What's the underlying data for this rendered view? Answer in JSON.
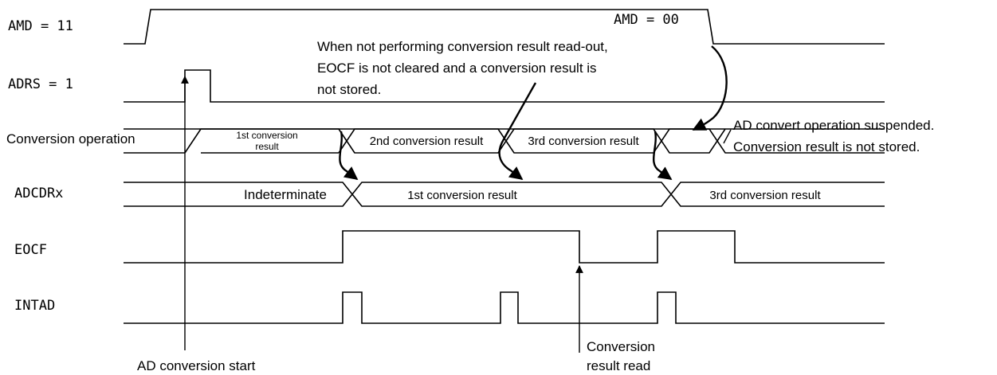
{
  "signals": {
    "amd": "AMD  = 11",
    "adrs": "ADRS  = 1",
    "conversion": "Conversion operation",
    "adcdrx": "ADCDRx",
    "eocf": "EOCF",
    "intad": "INTAD"
  },
  "amd_value_after": "AMD  = 00",
  "conversion_cells": {
    "first_line1": "1st conversion",
    "first_line2": "result",
    "second": "2nd conversion result",
    "third": "3rd conversion result"
  },
  "adcdrx_cells": {
    "indeterminate": "Indeterminate",
    "first": "1st conversion result",
    "third": "3rd conversion result"
  },
  "notes": {
    "readout_line1": "When not performing conversion result read-out,",
    "readout_line2": "EOCF is not cleared and a conversion result is",
    "readout_line3": "not stored.",
    "suspended_line1": "AD convert operation suspended.",
    "suspended_line2": "Conversion result is not stored."
  },
  "markers": {
    "start": "AD conversion start",
    "read_line1": "Conversion",
    "read_line2": "result read"
  }
}
